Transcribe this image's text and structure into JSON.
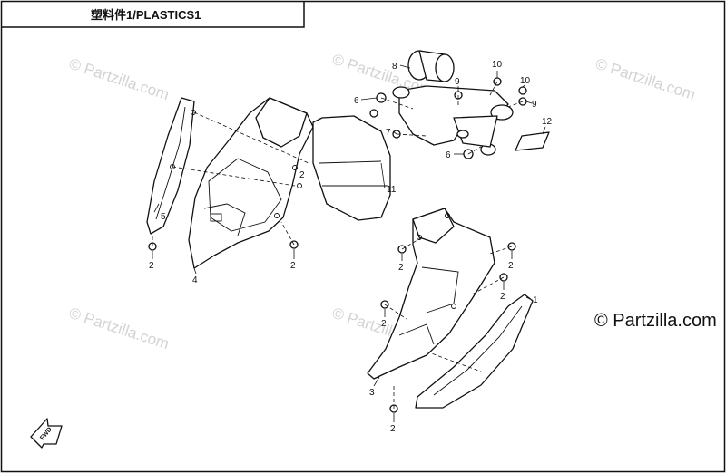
{
  "title": "塑料件1/PLASTICS1",
  "watermark_small": "© Partzilla.com",
  "watermark_large": "© Partzilla.com",
  "fwd_label": "FWD",
  "callouts": {
    "c1": "1",
    "c2a": "2",
    "c2b": "2",
    "c2c": "2",
    "c2d": "2",
    "c2e": "2",
    "c2f": "2",
    "c2g": "2",
    "c2h": "2",
    "c3": "3",
    "c4": "4",
    "c5": "5",
    "c6a": "6",
    "c6b": "6",
    "c7": "7",
    "c8": "8",
    "c9a": "9",
    "c9b": "9",
    "c10a": "10",
    "c10b": "10",
    "c11": "11",
    "c12": "12"
  }
}
